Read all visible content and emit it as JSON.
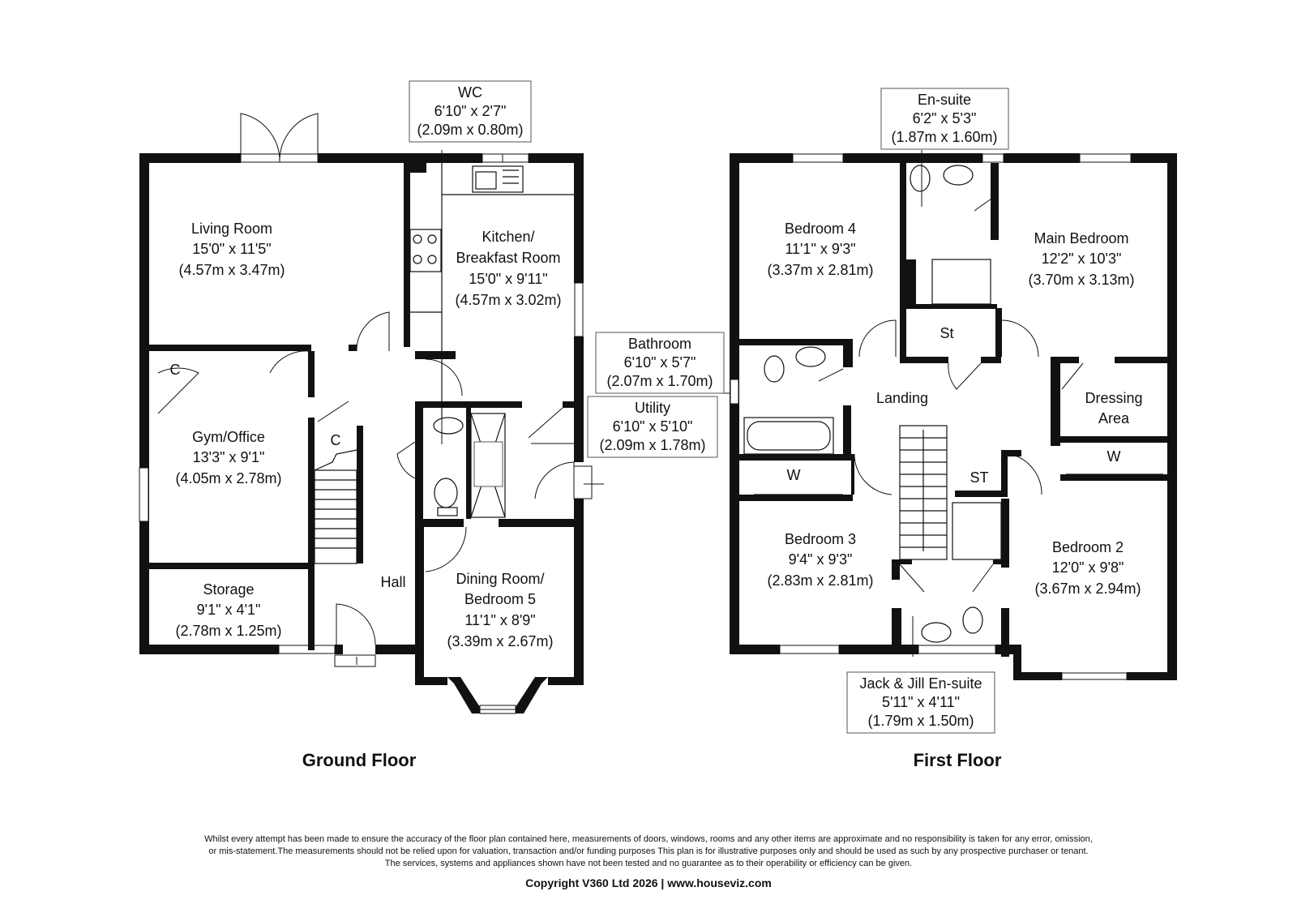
{
  "ground_floor": {
    "title": "Ground Floor",
    "rooms": {
      "living_room": {
        "name": "Living Room",
        "imperial": "15'0\" x 11'5\"",
        "metric": "(4.57m x 3.47m)"
      },
      "kitchen": {
        "name_line1": "Kitchen/",
        "name_line2": "Breakfast Room",
        "imperial": "15'0\" x 9'11\"",
        "metric": "(4.57m x 3.02m)"
      },
      "wc": {
        "name": "WC",
        "imperial": "6'10\" x 2'7\"",
        "metric": "(2.09m x 0.80m)"
      },
      "gym_office": {
        "name": "Gym/Office",
        "imperial": "13'3\" x 9'1\"",
        "metric": "(4.05m x 2.78m)"
      },
      "storage": {
        "name": "Storage",
        "imperial": "9'1\" x 4'1\"",
        "metric": "(2.78m x 1.25m)"
      },
      "utility": {
        "name": "Utility",
        "imperial": "6'10\" x 5'10\"",
        "metric": "(2.09m x 1.78m)"
      },
      "dining": {
        "name_line1": "Dining Room/",
        "name_line2": "Bedroom 5",
        "imperial": "11'1\" x 8'9\"",
        "metric": "(3.39m x 2.67m)"
      },
      "hall": {
        "name": "Hall"
      },
      "cupboard_1": {
        "name": "C"
      },
      "cupboard_2": {
        "name": "C"
      }
    }
  },
  "first_floor": {
    "title": "First Floor",
    "rooms": {
      "ensuite": {
        "name": "En-suite",
        "imperial": "6'2\" x 5'3\"",
        "metric": "(1.87m x 1.60m)"
      },
      "bedroom_4": {
        "name": "Bedroom 4",
        "imperial": "11'1\" x 9'3\"",
        "metric": "(3.37m x 2.81m)"
      },
      "main_bedroom": {
        "name": "Main Bedroom",
        "imperial": "12'2\" x 10'3\"",
        "metric": "(3.70m x 3.13m)"
      },
      "bathroom": {
        "name": "Bathroom",
        "imperial": "6'10\" x 5'7\"",
        "metric": "(2.07m x 1.70m)"
      },
      "landing": {
        "name": "Landing"
      },
      "store": {
        "name": "St"
      },
      "dressing": {
        "name_line1": "Dressing",
        "name_line2": "Area"
      },
      "wardrobe_1": {
        "name": "W"
      },
      "wardrobe_2": {
        "name": "W"
      },
      "store_2": {
        "name": "ST"
      },
      "bedroom_3": {
        "name": "Bedroom 3",
        "imperial": "9'4\" x 9'3\"",
        "metric": "(2.83m x 2.81m)"
      },
      "bedroom_2": {
        "name": "Bedroom 2",
        "imperial": "12'0\" x 9'8\"",
        "metric": "(3.67m x 2.94m)"
      },
      "jack_jill": {
        "name": "Jack & Jill En-suite",
        "imperial": "5'11\" x 4'11\"",
        "metric": "(1.79m x 1.50m)"
      }
    }
  },
  "disclaimer": [
    "Whilst every attempt has been made to ensure the accuracy of the floor plan contained here, measurements of doors, windows, rooms and any other items are approximate and no responsibility is taken for any error, omission,",
    "or mis-statement.The measurements should not be relied upon for valuation, transaction and/or funding purposes This plan is for illustrative purposes only and should be used as such by any prospective purchaser or tenant.",
    "The services, systems and appliances shown have not been tested and no guarantee as to their operability or efficiency can be given."
  ],
  "copyright": "Copyright V360 Ltd 2026 | www.houseviz.com"
}
